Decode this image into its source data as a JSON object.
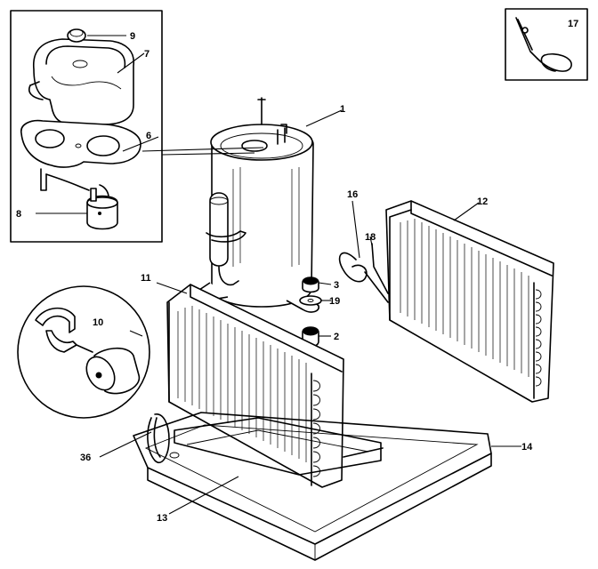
{
  "callouts": {
    "c1": "1",
    "c2": "2",
    "c3": "3",
    "c6": "6",
    "c7": "7",
    "c8": "8",
    "c9": "9",
    "c10": "10",
    "c11": "11",
    "c12": "12",
    "c13": "13",
    "c14": "14",
    "c16": "16",
    "c17": "17",
    "c18": "18",
    "c19": "19",
    "c36": "36"
  }
}
